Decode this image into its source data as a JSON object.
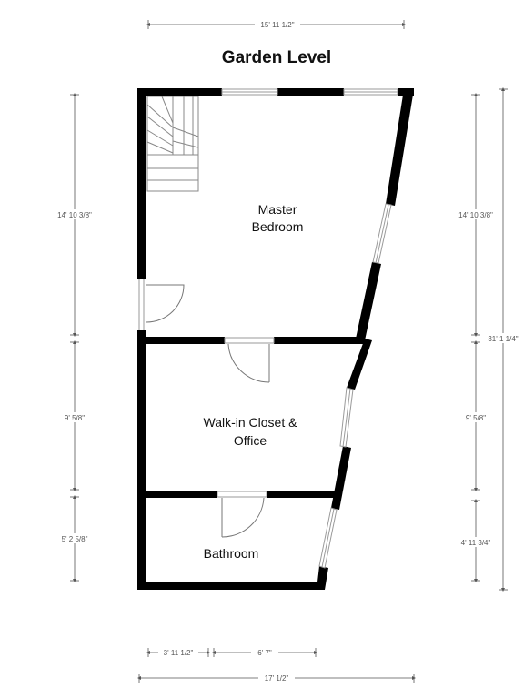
{
  "title": "Garden Level",
  "rooms": {
    "master": [
      "Master",
      "Bedroom"
    ],
    "closet": [
      "Walk-in Closet &",
      "Office"
    ],
    "bathroom": [
      "Bathroom"
    ]
  },
  "dimensions": {
    "top_width": "15' 11 1/2\"",
    "left_top": "14' 10 3/8\"",
    "left_mid": "9' 5/8\"",
    "left_bottom": "5' 2 5/8\"",
    "right_top": "14' 10 3/8\"",
    "right_mid": "9' 5/8\"",
    "right_bottom": "4' 11 3/4\"",
    "right_total": "31' 1 1/4\"",
    "bottom_left": "3' 11 1/2\"",
    "bottom_mid": "6' 7\"",
    "bottom_total": "17' 1/2\""
  },
  "colors": {
    "wall": "#000000",
    "window": "#9a9a9a",
    "dimension": "#555555"
  }
}
